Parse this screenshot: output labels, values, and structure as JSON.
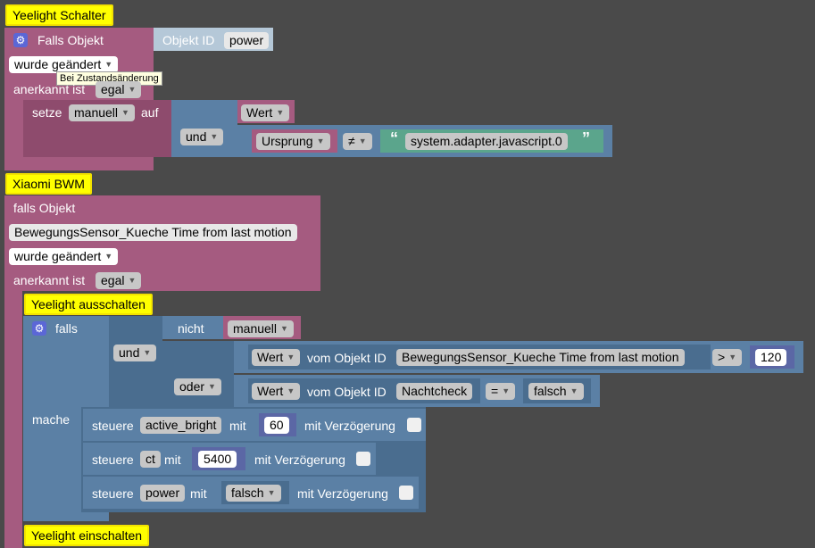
{
  "block1": {
    "comment": "Yeelight Schalter",
    "falls_objekt": "Falls Objekt",
    "objekt_id_label": "Objekt ID",
    "objekt_id_value": "power",
    "wurde_geaendert": "wurde geändert",
    "tooltip": "Bei Zustandsänderung",
    "anerkannt_ist": "anerkannt ist",
    "anerkannt_value": "egal",
    "setze": "setze",
    "setze_var": "manuell",
    "auf": "auf",
    "wert": "Wert",
    "und": "und",
    "ursprung": "Ursprung",
    "neq": "≠",
    "string_value": "system.adapter.javascript.0"
  },
  "block2": {
    "comment": "Xiaomi BWM",
    "falls_objekt": "falls Objekt",
    "objekt_value": "BewegungsSensor_Kueche Time from last motion",
    "wurde_geaendert": "wurde geändert",
    "anerkannt_ist": "anerkannt ist",
    "anerkannt_value": "egal"
  },
  "block3": {
    "comment": "Yeelight ausschalten",
    "falls": "falls",
    "nicht": "nicht",
    "manuell": "manuell",
    "und": "und",
    "wert": "Wert",
    "vom_objekt_id": "vom Objekt ID",
    "objekt1": "BewegungsSensor_Kueche Time from last motion",
    "op_gt": ">",
    "num120": "120",
    "oder": "oder",
    "objekt2": "Nachtcheck",
    "op_eq": "=",
    "falsch": "falsch",
    "mache": "mache",
    "steuere": "steuere",
    "mit": "mit",
    "mit_verzoegerung": "mit Verzögerung",
    "s1_target": "active_bright",
    "s1_value": "60",
    "s2_target": "ct",
    "s2_value": "5400",
    "s3_target": "power",
    "s3_value": "falsch"
  },
  "block4": {
    "comment": "Yeelight einschalten"
  },
  "colors": {
    "event_block": "#a55b80",
    "logic_block": "#5b80a5",
    "text_block": "#5ba58c",
    "math_block": "#5b67a5",
    "comment": "#ffff00"
  }
}
